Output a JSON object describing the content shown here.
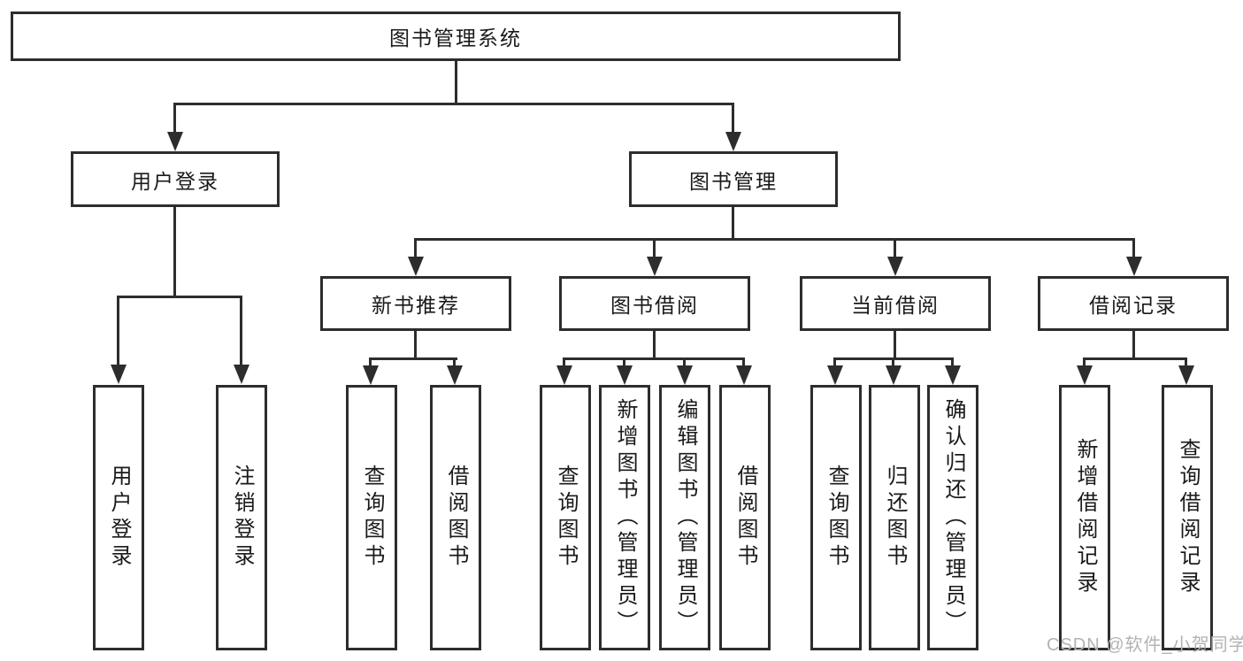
{
  "diagram": {
    "type": "hierarchy-tree",
    "line_color": "#2d2d2d",
    "background": "#ffffff"
  },
  "tree": {
    "label": "图书管理系统",
    "children": [
      {
        "label": "用户登录",
        "children": [
          {
            "label": "用户登录"
          },
          {
            "label": "注销登录"
          }
        ]
      },
      {
        "label": "图书管理",
        "children": [
          {
            "label": "新书推荐",
            "children": [
              {
                "label": "查询图书"
              },
              {
                "label": "借阅图书"
              }
            ]
          },
          {
            "label": "图书借阅",
            "children": [
              {
                "label": "查询图书"
              },
              {
                "label": "新增图书（管理员）"
              },
              {
                "label": "编辑图书（管理员）"
              },
              {
                "label": "借阅图书"
              }
            ]
          },
          {
            "label": "当前借阅",
            "children": [
              {
                "label": "查询图书"
              },
              {
                "label": "归还图书"
              },
              {
                "label": "确认归还（管理员）"
              }
            ]
          },
          {
            "label": "借阅记录",
            "children": [
              {
                "label": "新增借阅记录"
              },
              {
                "label": "查询借阅记录"
              }
            ]
          }
        ]
      }
    ]
  },
  "watermark": {
    "text": "CSDN @软件_小贺同学",
    "color": "#b3b3b3"
  }
}
